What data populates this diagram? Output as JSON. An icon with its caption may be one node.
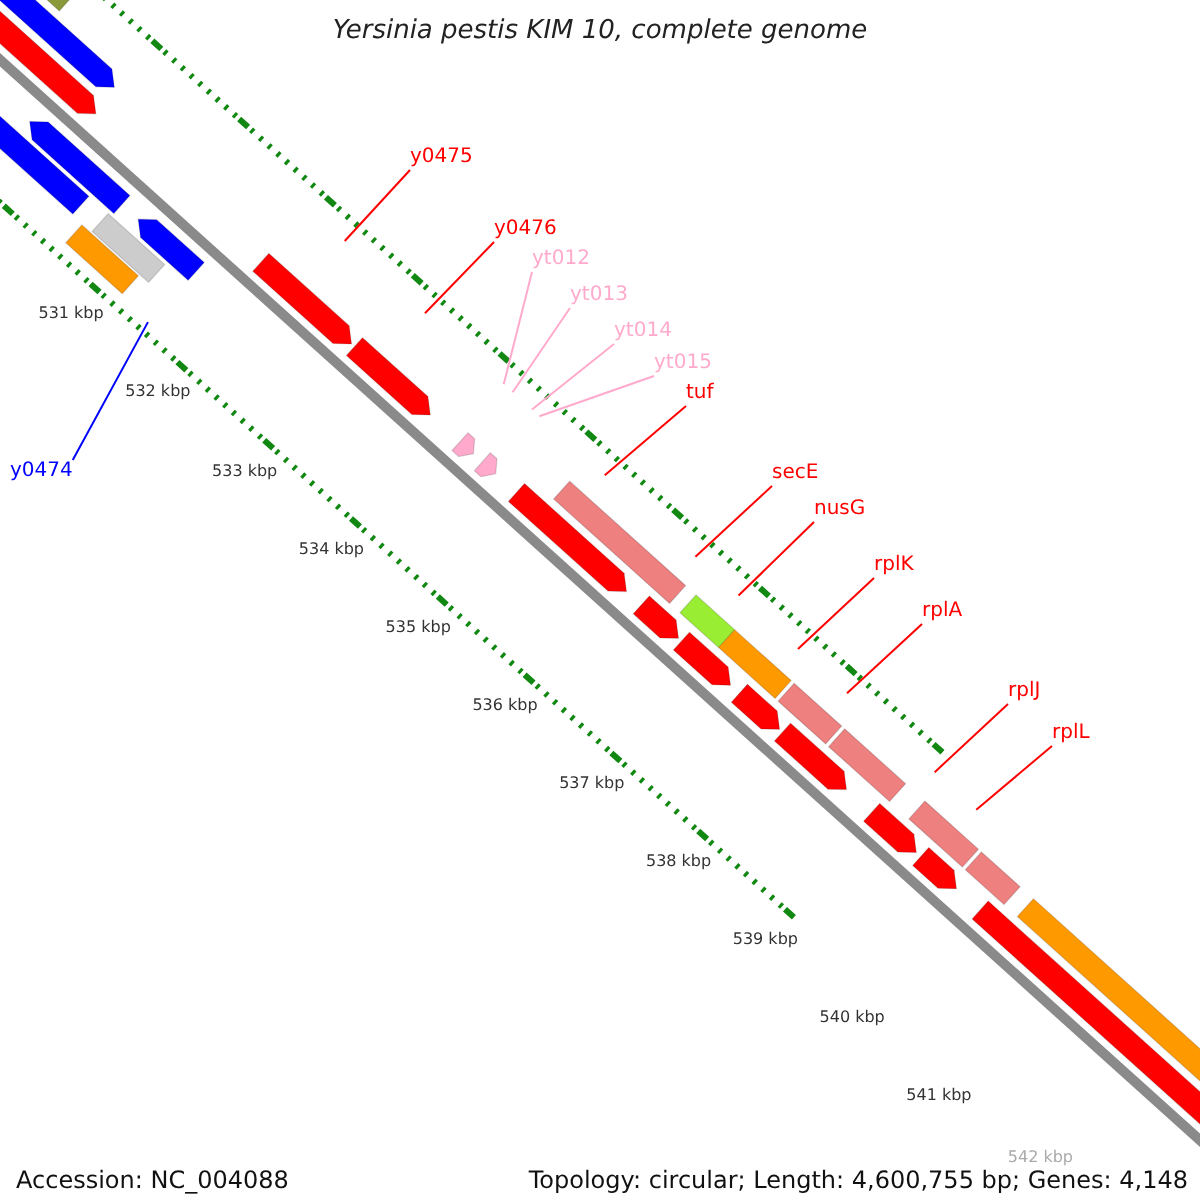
{
  "diagram": {
    "title": "Yersinia pestis KIM 10, complete genome",
    "nodes": [
      {
        "text": [
          "y0475"
        ]
      },
      {
        "text": [
          "y0476"
        ]
      },
      {
        "text": [
          "yt012"
        ]
      },
      {
        "text": [
          "yt013"
        ]
      },
      {
        "text": [
          "yt014"
        ]
      },
      {
        "text": [
          "yt015"
        ]
      },
      {
        "text": [
          "y0474"
        ]
      },
      {
        "text": [
          "tuf"
        ]
      },
      {
        "text": [
          "secE"
        ]
      },
      {
        "text": [
          "nusG"
        ]
      },
      {
        "text": [
          "rplK"
        ]
      },
      {
        "text": [
          "rplA"
        ]
      },
      {
        "text": [
          "rplJ"
        ]
      },
      {
        "text": [
          "rplL"
        ]
      }
    ],
    "edges": [
      {
        "from": 0,
        "to": null,
        "arrow": "none"
      },
      {
        "from": 1,
        "to": null,
        "arrow": "none"
      },
      {
        "from": 2,
        "to": null,
        "arrow": "none",
        "color": "#ffaacc"
      },
      {
        "from": 3,
        "to": null,
        "arrow": "none",
        "color": "#ffaacc"
      },
      {
        "from": 4,
        "to": null,
        "arrow": "none",
        "color": "#ffaacc"
      },
      {
        "from": 5,
        "to": null,
        "arrow": "none",
        "color": "#ffaacc"
      },
      {
        "from": 6,
        "to": null,
        "arrow": "none",
        "color": "#0000ff"
      },
      {
        "from": 7,
        "to": null,
        "arrow": "none"
      },
      {
        "from": 8,
        "to": null,
        "arrow": "none"
      },
      {
        "from": 9,
        "to": null,
        "arrow": "none"
      },
      {
        "from": 10,
        "to": null,
        "arrow": "none"
      },
      {
        "from": 11,
        "to": null,
        "arrow": "none"
      },
      {
        "from": 12,
        "to": null,
        "arrow": "none"
      },
      {
        "from": 13,
        "to": null,
        "arrow": "none"
      }
    ],
    "labels": [
      "531 kbp",
      "532 kbp",
      "533 kbp",
      "534 kbp",
      "535 kbp",
      "536 kbp",
      "537 kbp",
      "538 kbp",
      "539 kbp",
      "540 kbp",
      "541 kbp",
      "542 kbp",
      "Accession: NC_004088",
      "Topology: circular; Length: 4,600,755 bp; Genes: 4,148"
    ]
  }
}
